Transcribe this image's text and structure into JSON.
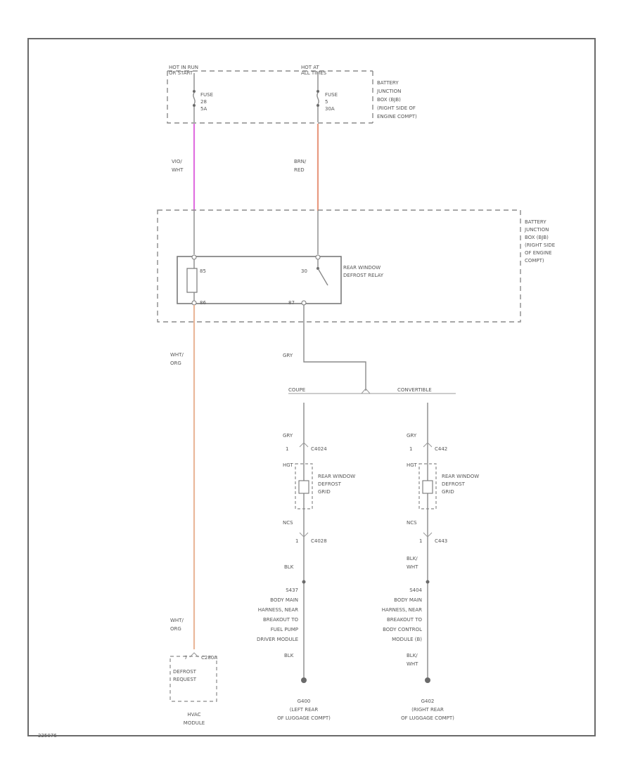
{
  "colors": {
    "frame": "#6a6a6a",
    "wire_default": "#8a8a8a",
    "wire_vio_wht": "#e070e0",
    "wire_brn_red": "#e89a80",
    "wire_wht_org": "#eab79a"
  },
  "fuse_box_top": {
    "hot_run": [
      "HOT IN RUN",
      "OR START"
    ],
    "hot_all": [
      "HOT AT",
      "ALL TIMES"
    ],
    "fuse28": [
      "FUSE",
      "28",
      "5A"
    ],
    "fuse5": [
      "FUSE",
      "5",
      "30A"
    ],
    "bjb_label": [
      "BATTERY",
      "JUNCTION",
      "BOX (BJB)",
      "(RIGHT SIDE OF",
      "ENGINE COMPT)"
    ]
  },
  "wires": {
    "vio_wht": [
      "VIO/",
      "WHT"
    ],
    "brn_red": [
      "BRN/",
      "RED"
    ],
    "wht_org_upper": [
      "WHT/",
      "ORG"
    ],
    "wht_org_lower": [
      "WHT/",
      "ORG"
    ],
    "gry_main": "GRY",
    "gry_left": "GRY",
    "gry_right": "GRY",
    "blk_left_upper": "BLK",
    "blk_right_upper": [
      "BLK/",
      "WHT"
    ],
    "blk_left_lower": "BLK",
    "blk_right_lower": [
      "BLK/",
      "WHT"
    ]
  },
  "relay_box": {
    "bjb_label": [
      "BATTERY",
      "JUNCTION",
      "BOX (BJB)",
      "(RIGHT SIDE",
      "OF ENGINE",
      "COMPT)"
    ],
    "pin_85": "85",
    "pin_30": "30",
    "pin_86": "86",
    "pin_87": "87",
    "relay_label": [
      "REAR WINDOW",
      "DEFROST RELAY"
    ]
  },
  "split": {
    "coupe": "COUPE",
    "convertible": "CONVERTIBLE"
  },
  "left_grid": {
    "conn_top": "C4024",
    "pin_top": "1",
    "hgt": "HGT",
    "label": [
      "REAR WINDOW",
      "DEFROST",
      "GRID"
    ],
    "ncs": "NCS",
    "pin_bottom": "1",
    "conn_bottom": "C4028",
    "splice": [
      "S437",
      "BODY MAIN",
      "HARNESS, NEAR",
      "BREAKOUT TO",
      "FUEL PUMP",
      "DRIVER MODULE"
    ],
    "ground": [
      "G400",
      "(LEFT REAR",
      "OF LUGGAGE COMPT)"
    ]
  },
  "right_grid": {
    "conn_top": "C442",
    "pin_top": "1",
    "hgt": "HGT",
    "label": [
      "REAR WINDOW",
      "DEFROST",
      "GRID"
    ],
    "ncs": "NCS",
    "pin_bottom": "1",
    "conn_bottom": "C443",
    "splice": [
      "S404",
      "BODY MAIN",
      "HARNESS, NEAR",
      "BREAKOUT TO",
      "BODY CONTROL",
      "MODULE (B)"
    ],
    "ground": [
      "G402",
      "(RIGHT REAR",
      "OF LUGGAGE COMPT)"
    ]
  },
  "hvac": {
    "pin": "7",
    "conn": "C280A",
    "label": [
      "DEFROST",
      "REQUEST"
    ],
    "module": [
      "HVAC",
      "MODULE"
    ]
  },
  "figure_id": "225076"
}
